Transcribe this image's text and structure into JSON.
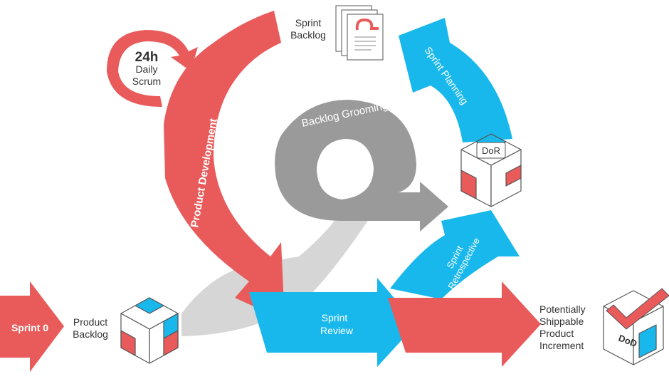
{
  "stages": {
    "sprint0": "Sprint 0",
    "product_backlog": [
      "Product",
      "Backlog"
    ],
    "sprint_backlog": [
      "Sprint",
      "Backlog"
    ],
    "daily_scrum": [
      "24h",
      "Daily",
      "Scrum"
    ],
    "product_development": "Product Development",
    "backlog_grooming": "Backlog Grooming",
    "sprint_planning": "Sprint Planning",
    "dor": "DoR",
    "sprint_retrospective": [
      "Sprint",
      "Retrospective"
    ],
    "sprint_review": [
      "Sprint",
      "Review"
    ],
    "increment": [
      "Potentially",
      "Shippable",
      "Product",
      "Increment"
    ],
    "dod": "DoD"
  },
  "colors": {
    "red": "#e95b5b",
    "blue": "#19b8ec",
    "gray": "#9b9b9b",
    "light_gray": "#cfcfcf",
    "cube_white": "#ffffff",
    "cube_edge": "#555555"
  }
}
